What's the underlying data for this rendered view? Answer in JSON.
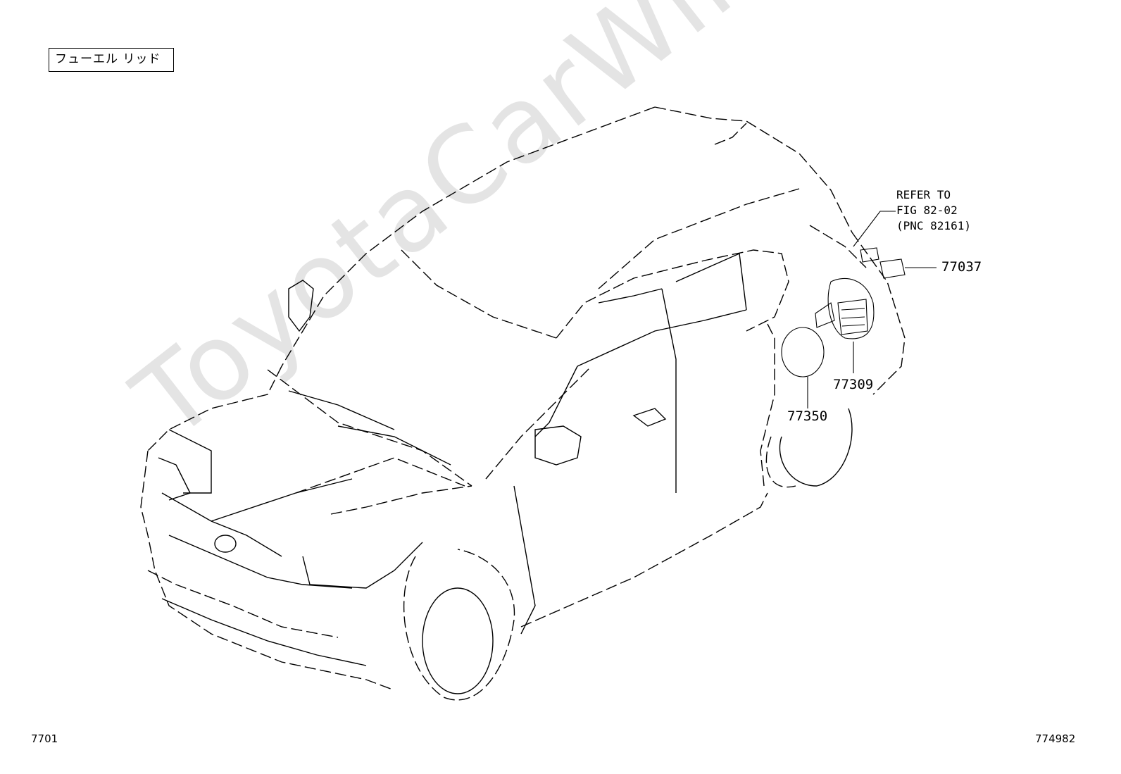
{
  "title": "フューエル リッド",
  "watermark": "ToyotaCarWine.ru",
  "parts": [
    {
      "number": "77037"
    },
    {
      "number": "77309"
    },
    {
      "number": "77350"
    }
  ],
  "reference": {
    "line1": "REFER TO",
    "line2": "FIG 82-02",
    "line3": "(PNC 82161)"
  },
  "footer": {
    "left_code": "7701",
    "right_code": "774982"
  }
}
